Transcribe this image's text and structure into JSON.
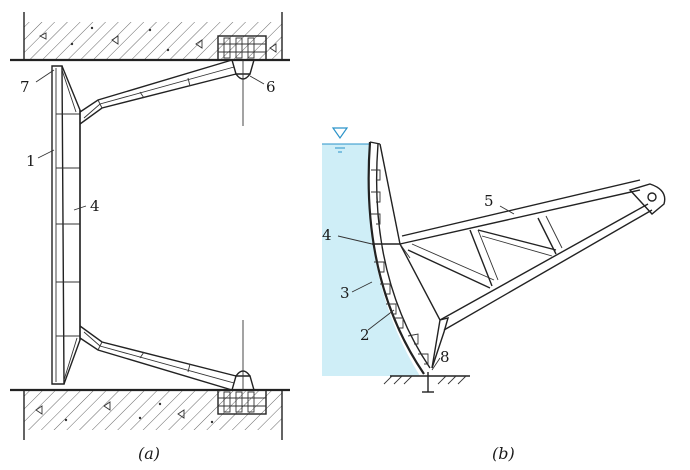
{
  "figure": {
    "panel_a": {
      "caption": "(a)",
      "labels": [
        "7",
        "1",
        "4",
        "6"
      ]
    },
    "panel_b": {
      "caption": "(b)",
      "labels": [
        "5",
        "4",
        "3",
        "2",
        "8"
      ]
    }
  },
  "colors": {
    "line": "#222222",
    "water": "#cfeef7",
    "water_level": "#2a93c9",
    "hatch": "#555555"
  }
}
